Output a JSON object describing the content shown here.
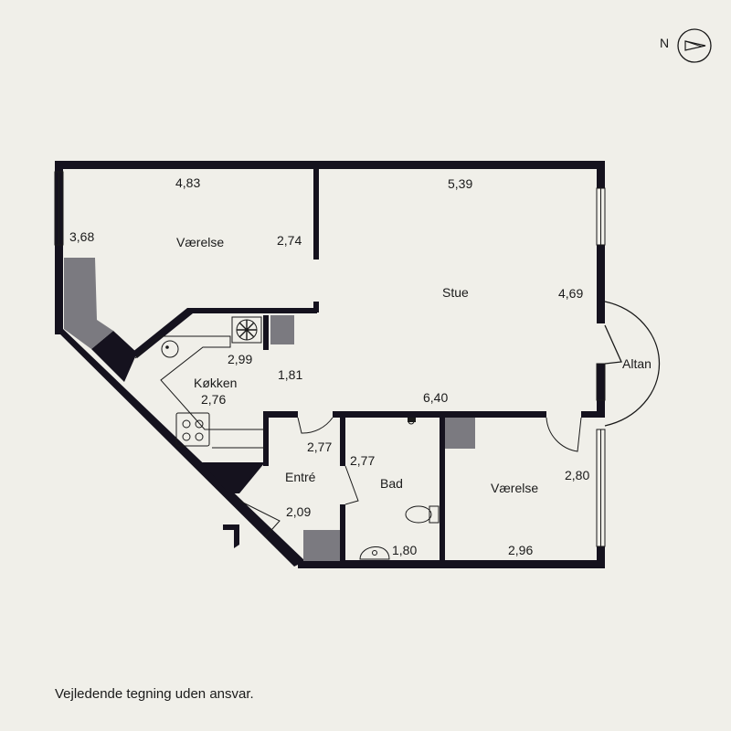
{
  "compass": {
    "letter": "N",
    "icon": "compass-icon"
  },
  "rooms": [
    {
      "id": "vaerelse-1",
      "name": "Værelse"
    },
    {
      "id": "stue",
      "name": "Stue"
    },
    {
      "id": "koekken",
      "name": "Køkken"
    },
    {
      "id": "altan",
      "name": "Altan"
    },
    {
      "id": "entre",
      "name": "Entré"
    },
    {
      "id": "bad",
      "name": "Bad"
    },
    {
      "id": "vaerelse-2",
      "name": "Værelse"
    }
  ],
  "dimensions": {
    "vaerelse1_width": "4,83",
    "vaerelse1_depth": "3,68",
    "vaerelse1_inner": "2,74",
    "stue_width": "5,39",
    "stue_depth": "4,69",
    "stue_lower": "6,40",
    "koekken_top": "2,99",
    "koekken_side": "1,81",
    "koekken_width": "2,76",
    "entre_top": "2,77",
    "entre_bottom": "2,09",
    "bad_depth": "2,77",
    "bad_width": "1,80",
    "vaerelse2_depth": "2,80",
    "vaerelse2_width": "2,96"
  },
  "disclaimer": "Vejledende tegning uden ansvar.",
  "colors": {
    "background": "#f0efe9",
    "wall": "#15121e",
    "fixture": "#7b7a80",
    "line": "#1a1a1a"
  }
}
